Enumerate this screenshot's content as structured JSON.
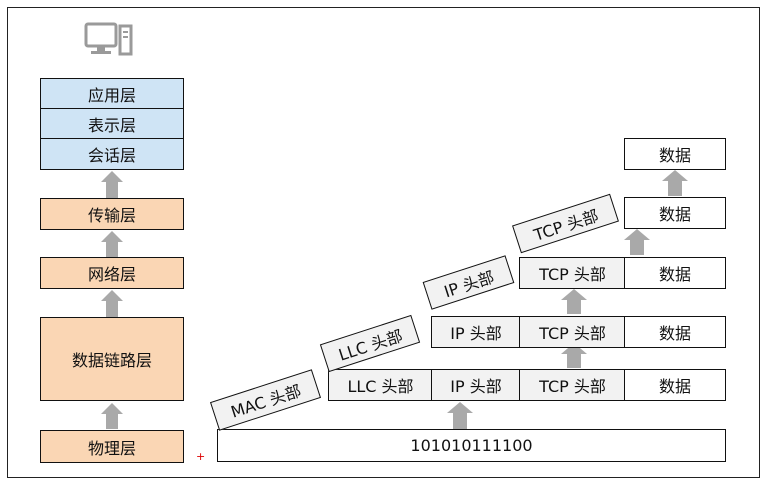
{
  "osi_layers": {
    "application": "应用层",
    "presentation": "表示层",
    "session": "会话层",
    "transport": "传输层",
    "network": "网络层",
    "datalink": "数据链路层",
    "physical": "物理层"
  },
  "encapsulation": {
    "data": "数据",
    "tcp_header": "TCP 头部",
    "ip_header": "IP 头部",
    "llc_header": "LLC 头部",
    "mac_header": "MAC 头部",
    "bits": "101010111100"
  },
  "plus_mark": "+",
  "colors": {
    "upper_layers": "#cfe4f5",
    "lower_layers": "#fad6b4",
    "header_fill": "#f2f2f2",
    "arrow": "#a9a9a9"
  },
  "icons": [
    "computer-icon"
  ]
}
